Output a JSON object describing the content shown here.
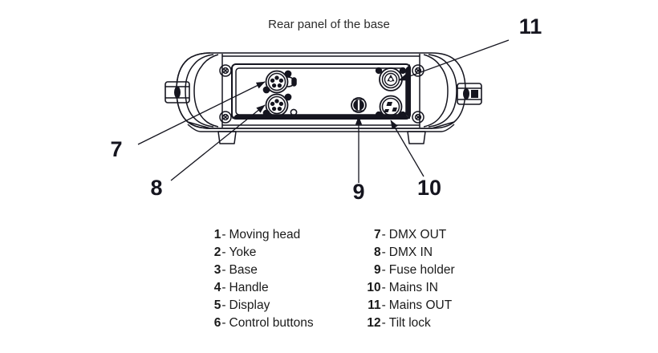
{
  "figure": {
    "title": "Rear panel of the base"
  },
  "callouts": [
    {
      "id": "7",
      "number": "7",
      "target": "dmx-out-connector"
    },
    {
      "id": "8",
      "number": "8",
      "target": "dmx-in-connector"
    },
    {
      "id": "9",
      "number": "9",
      "target": "fuse-holder"
    },
    {
      "id": "10",
      "number": "10",
      "target": "mains-in-connector"
    },
    {
      "id": "11",
      "number": "11",
      "target": "mains-out-connector"
    }
  ],
  "legend": {
    "left_column": [
      {
        "number": "1",
        "dash": "-",
        "label": "Moving head"
      },
      {
        "number": "2",
        "dash": "-",
        "label": "Yoke"
      },
      {
        "number": "3",
        "dash": "-",
        "label": "Base"
      },
      {
        "number": "4",
        "dash": "-",
        "label": "Handle"
      },
      {
        "number": "5",
        "dash": "-",
        "label": "Display"
      },
      {
        "number": "6",
        "dash": "-",
        "label": "Control buttons"
      }
    ],
    "right_column": [
      {
        "number": "7",
        "dash": "-",
        "label": "DMX OUT"
      },
      {
        "number": "8",
        "dash": "-",
        "label": "DMX IN"
      },
      {
        "number": "9",
        "dash": "-",
        "label": "Fuse holder"
      },
      {
        "number": "10",
        "dash": "-",
        "label": "Mains IN"
      },
      {
        "number": "11",
        "dash": "-",
        "label": "Mains OUT"
      },
      {
        "number": "12",
        "dash": "-",
        "label": "Tilt lock"
      }
    ]
  },
  "colors": {
    "line": "#15151f",
    "background": "#ffffff",
    "text": "#1a1a1a"
  }
}
